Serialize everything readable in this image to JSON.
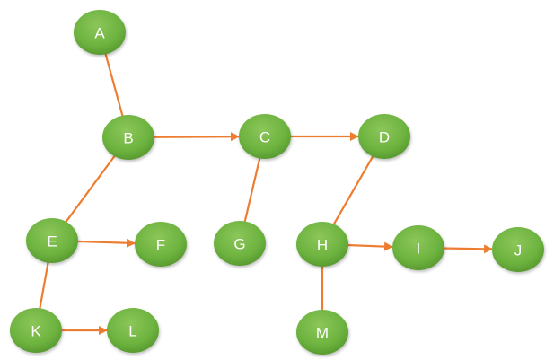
{
  "colors": {
    "node_fill": "#6db33f",
    "node_fill_light": "#8cc65a",
    "node_fill_dark": "#4f8f2a",
    "edge": "#ed7d31",
    "label": "#ffffff"
  },
  "nodes": [
    {
      "id": "A",
      "label": "A"
    },
    {
      "id": "B",
      "label": "B"
    },
    {
      "id": "C",
      "label": "C"
    },
    {
      "id": "D",
      "label": "D"
    },
    {
      "id": "E",
      "label": "E"
    },
    {
      "id": "F",
      "label": "F"
    },
    {
      "id": "G",
      "label": "G"
    },
    {
      "id": "H",
      "label": "H"
    },
    {
      "id": "I",
      "label": "I"
    },
    {
      "id": "J",
      "label": "J"
    },
    {
      "id": "K",
      "label": "K"
    },
    {
      "id": "L",
      "label": "L"
    },
    {
      "id": "M",
      "label": "M"
    }
  ],
  "edges": [
    {
      "from": "A",
      "to": "B",
      "directed": false
    },
    {
      "from": "B",
      "to": "C",
      "directed": true
    },
    {
      "from": "C",
      "to": "D",
      "directed": true
    },
    {
      "from": "B",
      "to": "E",
      "directed": false
    },
    {
      "from": "C",
      "to": "G",
      "directed": false
    },
    {
      "from": "D",
      "to": "H",
      "directed": false
    },
    {
      "from": "E",
      "to": "F",
      "directed": true
    },
    {
      "from": "H",
      "to": "I",
      "directed": true
    },
    {
      "from": "I",
      "to": "J",
      "directed": true
    },
    {
      "from": "E",
      "to": "K",
      "directed": false
    },
    {
      "from": "K",
      "to": "L",
      "directed": true
    },
    {
      "from": "H",
      "to": "M",
      "directed": false
    }
  ]
}
